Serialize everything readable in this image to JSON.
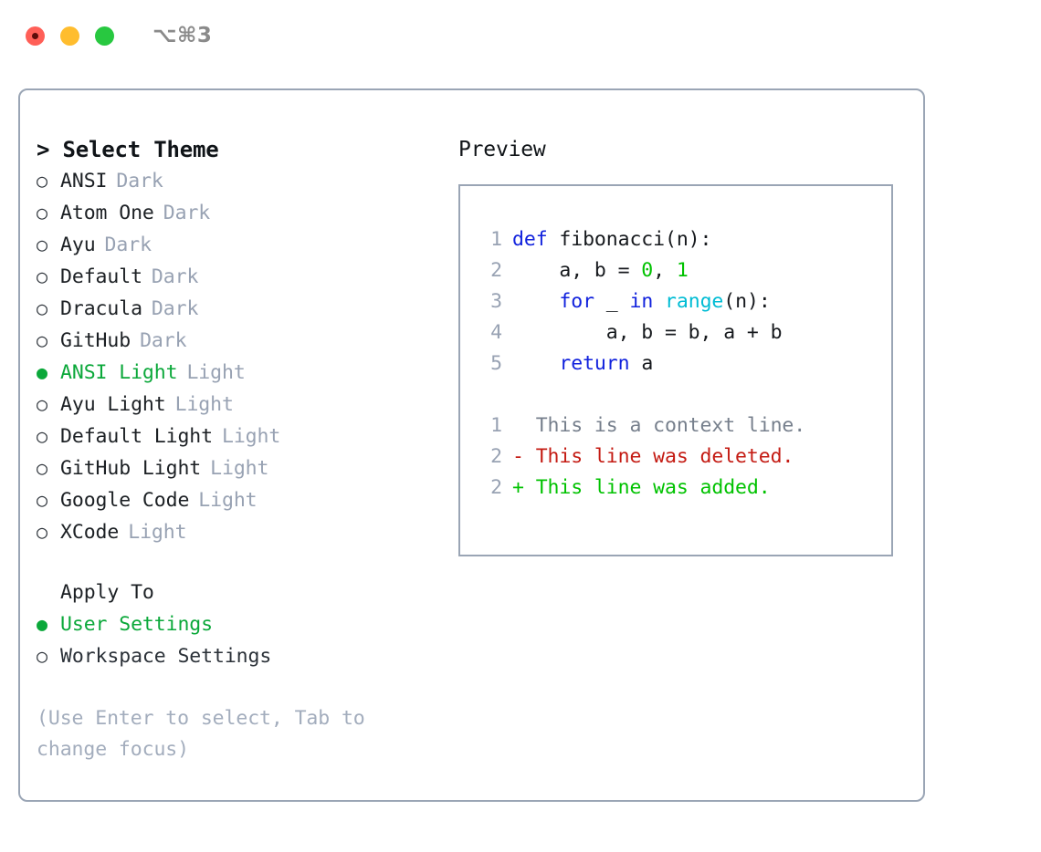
{
  "window": {
    "shortcut_label": "⌥⌘3",
    "traffic_lights": {
      "close_label": "close",
      "minimize_label": "minimize",
      "maximize_label": "maximize"
    }
  },
  "theme_panel": {
    "header": "> Select Theme",
    "themes": [
      {
        "bullet": "○",
        "name": "ANSI",
        "tag": "Dark",
        "selected": false
      },
      {
        "bullet": "○",
        "name": "Atom One",
        "tag": "Dark",
        "selected": false
      },
      {
        "bullet": "○",
        "name": "Ayu",
        "tag": "Dark",
        "selected": false
      },
      {
        "bullet": "○",
        "name": "Default",
        "tag": "Dark",
        "selected": false
      },
      {
        "bullet": "○",
        "name": "Dracula",
        "tag": "Dark",
        "selected": false
      },
      {
        "bullet": "○",
        "name": "GitHub",
        "tag": "Dark",
        "selected": false
      },
      {
        "bullet": "●",
        "name": "ANSI Light",
        "tag": "Light",
        "selected": true
      },
      {
        "bullet": "○",
        "name": "Ayu Light",
        "tag": "Light",
        "selected": false
      },
      {
        "bullet": "○",
        "name": "Default Light",
        "tag": "Light",
        "selected": false
      },
      {
        "bullet": "○",
        "name": "GitHub Light",
        "tag": "Light",
        "selected": false
      },
      {
        "bullet": "○",
        "name": "Google Code",
        "tag": "Light",
        "selected": false
      },
      {
        "bullet": "○",
        "name": "XCode",
        "tag": "Light",
        "selected": false
      }
    ],
    "apply_to": {
      "header": "Apply To",
      "options": [
        {
          "bullet": "●",
          "label": "User Settings",
          "selected": true
        },
        {
          "bullet": "○",
          "label": "Workspace Settings",
          "selected": false
        }
      ]
    },
    "hint": "(Use Enter to select, Tab to change focus)"
  },
  "preview_panel": {
    "header": "Preview",
    "code_lines": [
      {
        "lineno": "1",
        "tokens": [
          {
            "text": "def ",
            "kind": "kw"
          },
          {
            "text": "fibonacci(n):",
            "kind": "plain"
          }
        ]
      },
      {
        "lineno": "2",
        "tokens": [
          {
            "text": "    a, b = ",
            "kind": "plain"
          },
          {
            "text": "0",
            "kind": "num"
          },
          {
            "text": ", ",
            "kind": "plain"
          },
          {
            "text": "1",
            "kind": "num"
          }
        ]
      },
      {
        "lineno": "3",
        "tokens": [
          {
            "text": "    ",
            "kind": "plain"
          },
          {
            "text": "for",
            "kind": "kw"
          },
          {
            "text": " _ ",
            "kind": "plain"
          },
          {
            "text": "in",
            "kind": "kw"
          },
          {
            "text": " ",
            "kind": "plain"
          },
          {
            "text": "range",
            "kind": "fn"
          },
          {
            "text": "(n):",
            "kind": "plain"
          }
        ]
      },
      {
        "lineno": "4",
        "tokens": [
          {
            "text": "        a, b = b, a + b",
            "kind": "plain"
          }
        ]
      },
      {
        "lineno": "5",
        "tokens": [
          {
            "text": "    ",
            "kind": "plain"
          },
          {
            "text": "return",
            "kind": "kw"
          },
          {
            "text": " a",
            "kind": "plain"
          }
        ]
      }
    ],
    "diff_lines": [
      {
        "lineno": "1",
        "marker": " ",
        "text": "  This is a context line.",
        "kind": "ctx"
      },
      {
        "lineno": "2",
        "marker": "-",
        "text": "- This line was deleted.",
        "kind": "del"
      },
      {
        "lineno": "2",
        "marker": "+",
        "text": "+ This line was added.",
        "kind": "add"
      }
    ]
  },
  "colors": {
    "accent_green": "#0ba83a",
    "border": "#9aa5b5",
    "muted": "#98a2b3",
    "keyword_blue": "#1122dd",
    "number_green": "#00c200",
    "function_cyan": "#00bcd4",
    "diff_delete_red": "#c41b13",
    "diff_add_green": "#00c200",
    "traffic_red": "#ff5f57",
    "traffic_yellow": "#ffbd2e",
    "traffic_green": "#28c840"
  }
}
